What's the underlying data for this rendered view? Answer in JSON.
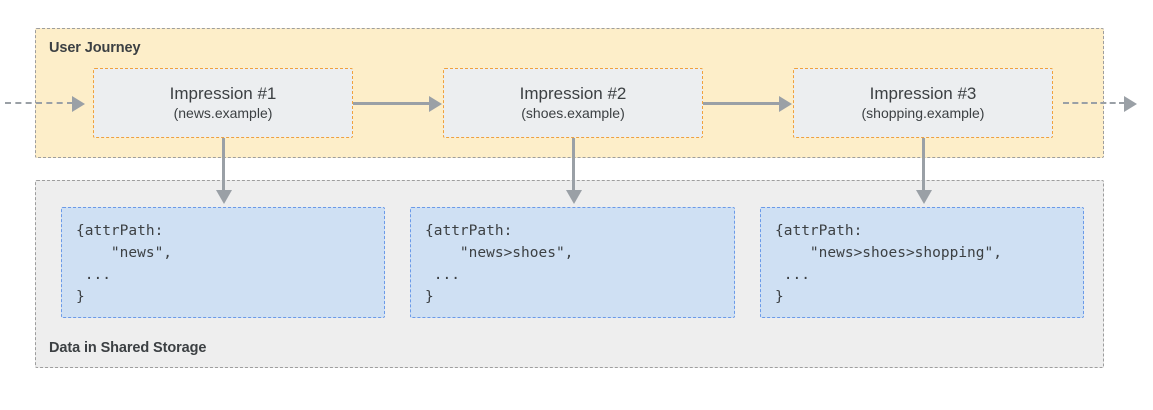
{
  "journey": {
    "label": "User Journey",
    "impressions": [
      {
        "title": "Impression #1",
        "origin": "(news.example)"
      },
      {
        "title": "Impression #2",
        "origin": "(shoes.example)"
      },
      {
        "title": "Impression #3",
        "origin": "(shopping.example)"
      }
    ]
  },
  "storage": {
    "label": "Data in Shared Storage",
    "entries": [
      {
        "code": "{attrPath:\n    \"news\",\n ...\n}"
      },
      {
        "code": "{attrPath:\n    \"news>shoes\",\n ...\n}"
      },
      {
        "code": "{attrPath:\n    \"news>shoes>shopping\",\n ...\n}"
      }
    ]
  },
  "colors": {
    "journey_background": "#fdeec9",
    "journey_border": "#9e9e9e",
    "impression_background": "#eceef0",
    "impression_border": "#f0a13c",
    "storage_background": "#eeeeee",
    "storage_box_background": "#cfe0f3",
    "storage_box_border": "#6b9ae8",
    "arrow": "#9aa0a6",
    "text": "#3c4043"
  }
}
